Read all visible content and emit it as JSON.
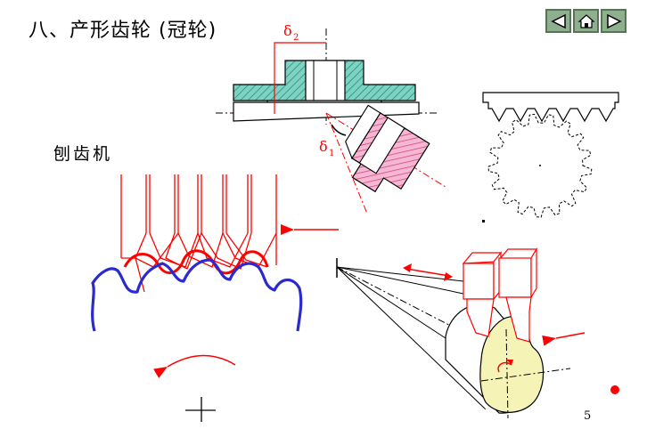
{
  "header": {
    "title": "八、产形齿轮 (冠轮)"
  },
  "section": {
    "planer_label": "刨齿机"
  },
  "diagram_labels": {
    "delta_symbol": "δ",
    "delta_2_sub": "2",
    "delta_1_sub": "1"
  },
  "footer": {
    "page_number": "5"
  },
  "nav": {
    "prev": "previous-slide",
    "home": "home",
    "next": "next-slide"
  },
  "colors": {
    "hatch_teal": "#2aa596",
    "hatch_magenta": "#e0609a",
    "gear_blue": "#2a2ad0",
    "accent_red": "#ff0000",
    "cone_fill": "#f5f3b5"
  }
}
